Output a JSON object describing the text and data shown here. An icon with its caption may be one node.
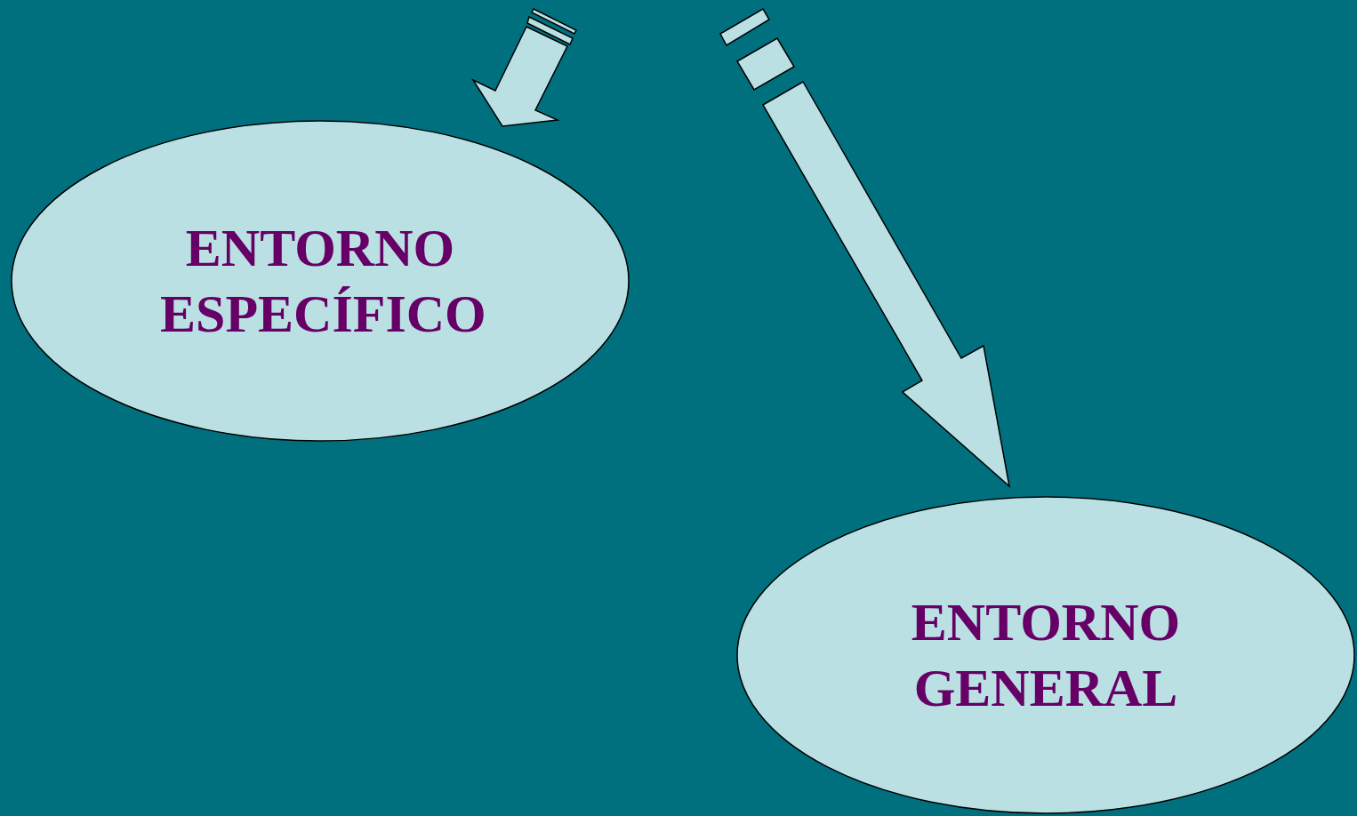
{
  "diagram": {
    "nodes": [
      {
        "text": [
          "ENTORNO ESPECÍFICO"
        ]
      },
      {
        "text": [
          "ENTORNO GENERAL"
        ]
      }
    ],
    "edges": [
      {
        "from": null,
        "to": 0,
        "arrow": "to"
      },
      {
        "from": null,
        "to": 1,
        "arrow": "to"
      }
    ]
  }
}
